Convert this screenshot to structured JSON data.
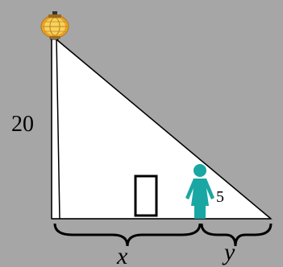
{
  "labels": {
    "pole_height": "20",
    "person_height": "5",
    "distance_pole_to_person": "x",
    "shadow_length": "y"
  },
  "colors": {
    "background": "#a6a6a6",
    "triangle_fill": "#ffffff",
    "person": "#1aa7a4",
    "lamp_glow": "#f5c84a",
    "lamp_body": "#e7a328",
    "line": "#000000"
  },
  "icons": {
    "lamp": "street-lamp-icon",
    "person": "person-icon",
    "door": "door-icon"
  }
}
